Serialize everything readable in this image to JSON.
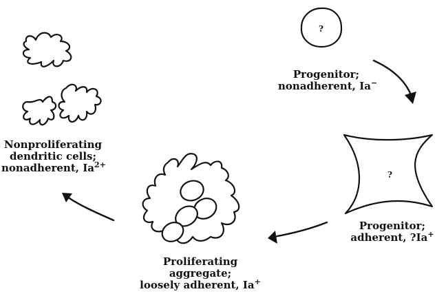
{
  "progenitor_nonadherent": {
    "marker": "?",
    "label_line1": "Progenitor;",
    "label_line2": "nonadherent, Ia",
    "label_sup": "−"
  },
  "progenitor_adherent": {
    "marker": "?",
    "label_line1": "Progenitor;",
    "label_line2": "adherent, ?Ia",
    "label_sup": "+"
  },
  "proliferating_aggregate": {
    "label_line1": "Proliferating",
    "label_line2": "aggregate;",
    "label_line3": "loosely adherent, Ia",
    "label_sup": "+"
  },
  "dendritic_cells": {
    "label_line1": "Nonproliferating",
    "label_line2": "dendritic cells;",
    "label_line3": "nonadherent, Ia",
    "label_sup": "2+"
  }
}
